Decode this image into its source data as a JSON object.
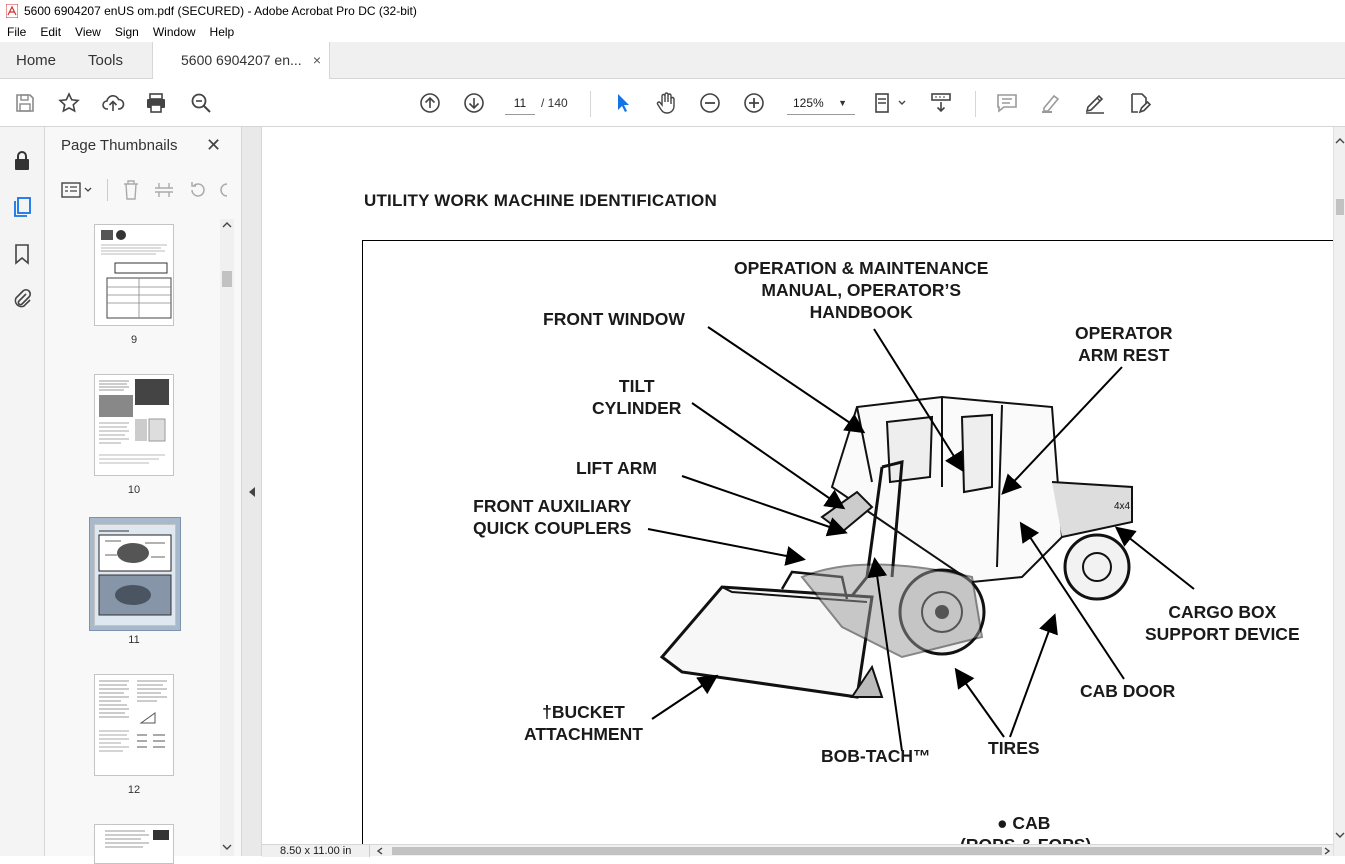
{
  "window": {
    "title": "5600 6904207 enUS om.pdf (SECURED) - Adobe Acrobat Pro DC (32-bit)"
  },
  "menu": [
    "File",
    "Edit",
    "View",
    "Sign",
    "Window",
    "Help"
  ],
  "tabs": {
    "home": "Home",
    "tools": "Tools",
    "document": "5600 6904207 en...",
    "close": "×"
  },
  "toolbar": {
    "page_current": "11",
    "page_total": "/  140",
    "zoom": "125%",
    "icons": [
      "save-icon",
      "star-icon",
      "upload-icon",
      "print-icon",
      "zoom-search-icon",
      "page-up-icon",
      "page-down-icon",
      "select-arrow-icon",
      "hand-icon",
      "zoom-out-icon",
      "zoom-in-icon",
      "fit-page-icon",
      "scroll-mode-icon",
      "comment-icon",
      "highlight-icon",
      "sign-icon",
      "edit-pdf-icon"
    ]
  },
  "sidebar": {
    "title": "Page Thumbnails",
    "thumbnails": [
      {
        "page": "9"
      },
      {
        "page": "10"
      },
      {
        "page": "11",
        "selected": true
      },
      {
        "page": "12"
      }
    ]
  },
  "document": {
    "heading": "UTILITY WORK MACHINE IDENTIFICATION",
    "callouts": {
      "om_manual": "OPERATION & MAINTENANCE\nMANUAL, OPERATOR’S\nHANDBOOK",
      "front_window": "FRONT WINDOW",
      "operator_arm_rest": "OPERATOR\nARM REST",
      "tilt_cylinder": "TILT\nCYLINDER",
      "lift_arm": "LIFT ARM",
      "front_aux": "FRONT AUXILIARY\nQUICK COUPLERS",
      "cargo_box": "CARGO BOX\nSUPPORT DEVICE",
      "cab_door": "CAB DOOR",
      "bucket": "†BUCKET\nATTACHMENT",
      "bobtach": "BOB-TACH™",
      "tires": "TIRES",
      "cab": "●  CAB",
      "rops": "(ROPS & FOPS)"
    }
  },
  "statusbar": {
    "page_size": "8.50 x 11.00 in"
  }
}
